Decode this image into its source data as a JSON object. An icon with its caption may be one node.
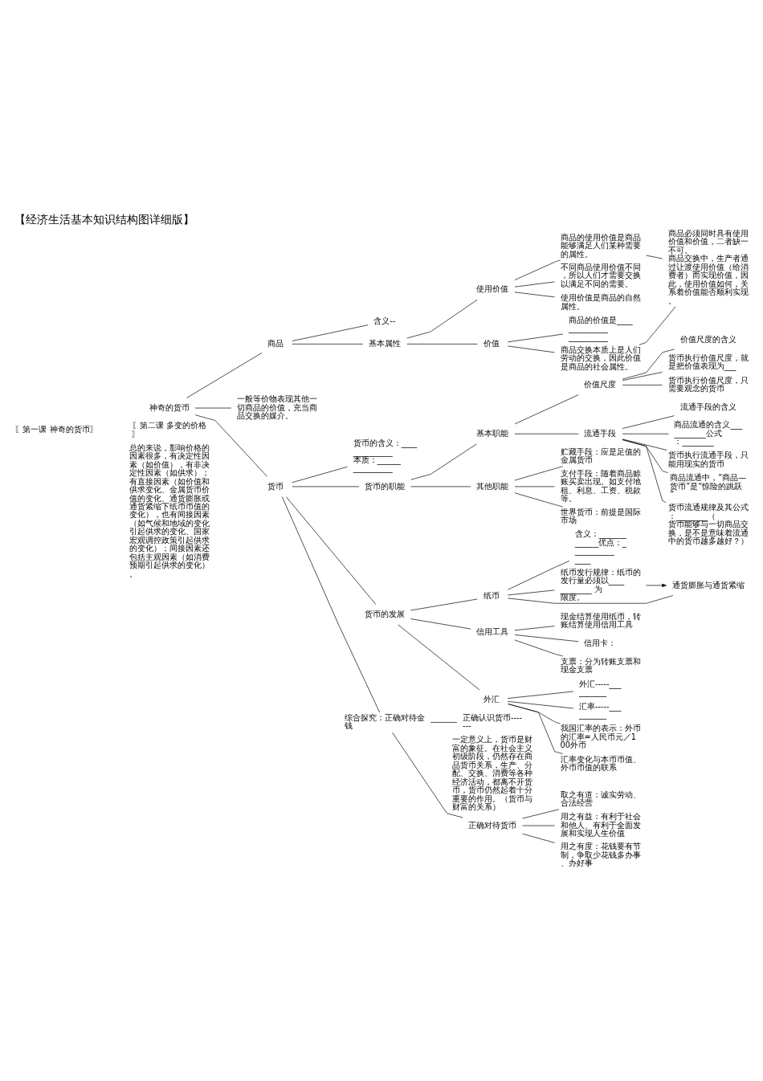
{
  "diagram": {
    "title": "【经济生活基本知识结构图详细版】",
    "nodes": [
      {
        "text": [
          "神奇的货币"
        ]
      },
      {
        "text": [
          "商品"
        ]
      },
      {
        "text": [
          "含义--"
        ]
      },
      {
        "text": [
          "基本属性"
        ]
      },
      {
        "text": [
          "使用价值"
        ]
      },
      {
        "text": [
          "商品的使用价值是商品能够满足人们某种需要的属性。"
        ]
      },
      {
        "text": [
          "不同商品使用价值不同，所以人们才需要交换以满足不同的需要。"
        ]
      },
      {
        "text": [
          "使用价值是商品的自然属性。"
        ]
      },
      {
        "text": [
          "价值"
        ]
      },
      {
        "text": [
          "商品的价值是________________________"
        ]
      },
      {
        "text": [
          "商品交换本质上是人们劳动的交换，因此价值是商品的社会属性。"
        ]
      },
      {
        "text": [
          "商品必须同时具有使用价值和价值，二者缺一不可。",
          "商品交换中，生产者通过让渡使用价值（给消费者）而实现价值，因此，使用价值如何，关系着价值能否顺利实现。"
        ]
      },
      {
        "text": [
          "一般等价物表现其他一切商品的价值，充当商品交换的媒介。"
        ]
      },
      {
        "text": [
          "货币"
        ]
      },
      {
        "text": [
          "货币的含义：______________ 本质：________________"
        ]
      },
      {
        "text": [
          "货币的职能"
        ]
      },
      {
        "text": [
          "基本职能"
        ]
      },
      {
        "text": [
          "价值尺度"
        ]
      },
      {
        "text": [
          "价值尺度的含义"
        ]
      },
      {
        "text": [
          "货币执行价值尺度，就是把价值表现为___"
        ]
      },
      {
        "text": [
          "货币执行价值尺度，只需要观念的货币"
        ]
      },
      {
        "text": [
          "流通手段"
        ]
      },
      {
        "text": [
          "流通手段的含义"
        ]
      },
      {
        "text": [
          "商品流通的含义___________公式：________"
        ]
      },
      {
        "text": [
          "货币执行流通手段，只能用现实的货币"
        ]
      },
      {
        "text": [
          "商品流通中，“商品—货币”是“惊险的跳跃”"
        ]
      },
      {
        "text": [
          "货币流通规律及其公式：________（货币能够与一切商品交换，是不是意味着流通中的货币越多越好？）"
        ]
      },
      {
        "text": [
          "其他职能"
        ]
      },
      {
        "text": [
          "贮藏手段：应是足值的金属货币"
        ]
      },
      {
        "text": [
          "支付手段：随着商品赊账买卖出现。如支付地租、利息、工资、税款等。"
        ]
      },
      {
        "text": [
          "世界货币：前提是国际市场"
        ]
      },
      {
        "text": [
          "货币的发展"
        ]
      },
      {
        "text": [
          "纸币"
        ]
      },
      {
        "text": [
          "含义：_____________优点：_______________"
        ]
      },
      {
        "text": [
          "纸币发行规律：纸币的发行量必须以____________ 为限度。"
        ]
      },
      {
        "text": [
          "通货膨胀与通货紧缩"
        ]
      },
      {
        "text": [
          "信用工具"
        ]
      },
      {
        "text": [
          "现金结算使用纸币，转账结算使用信用工具"
        ]
      },
      {
        "text": [
          "信用卡："
        ]
      },
      {
        "text": [
          "支票：分为转账支票和现金支票"
        ]
      },
      {
        "text": [
          "外汇"
        ]
      },
      {
        "text": [
          "外汇-----__________"
        ]
      },
      {
        "text": [
          "汇率-----__________"
        ]
      },
      {
        "text": [
          "我国汇率的表示：外币的汇率=人民币元／100外币"
        ]
      },
      {
        "text": [
          "汇率变化与本币币值、外币币值的联系"
        ]
      },
      {
        "text": [
          "综合探究：正确对待金钱"
        ]
      },
      {
        "text": [
          "正确认识货币-------"
        ],
        "beside": [
          "一定意义上，货币是财富的象征。在社会主义初级阶段，仍然存在商品货币关系，生产、分配、交换、消费等各种经济活动，都离不开货币，货币仍然起着十分重要的作用。（货币与财富的关系）"
        ]
      },
      {
        "text": [
          "正确对待货币"
        ]
      },
      {
        "text": [
          "取之有道：诚实劳动、合法经营"
        ]
      },
      {
        "text": [
          "用之有益：有利于社会和他人、有利于全面发展和实现人生价值"
        ]
      },
      {
        "text": [
          "用之有度：花钱要有节制，争取少花钱多办事、办好事"
        ]
      }
    ],
    "edges": [
      {
        "from": 0,
        "to": 1,
        "arrow": "none"
      },
      {
        "from": 1,
        "to": 2,
        "arrow": "none"
      },
      {
        "from": 1,
        "to": 3,
        "arrow": "none"
      },
      {
        "from": 3,
        "to": 4,
        "arrow": "none"
      },
      {
        "from": 4,
        "to": 5,
        "arrow": "none"
      },
      {
        "from": 4,
        "to": 6,
        "arrow": "none"
      },
      {
        "from": 4,
        "to": 7,
        "arrow": "none"
      },
      {
        "from": 3,
        "to": 8,
        "arrow": "none"
      },
      {
        "from": 8,
        "to": 9,
        "arrow": "none"
      },
      {
        "from": 8,
        "to": 10,
        "arrow": "none"
      },
      {
        "from": 5,
        "to": 11,
        "arrow": "none"
      },
      {
        "from": 10,
        "to": 11,
        "arrow": "none"
      },
      {
        "from": 0,
        "to": 12,
        "arrow": "none"
      },
      {
        "from": 0,
        "to": 13,
        "arrow": "none"
      },
      {
        "from": 13,
        "to": 14,
        "arrow": "none"
      },
      {
        "from": 13,
        "to": 15,
        "arrow": "none"
      },
      {
        "from": 15,
        "to": 16,
        "arrow": "none"
      },
      {
        "from": 16,
        "to": 17,
        "arrow": "none"
      },
      {
        "from": 17,
        "to": 18,
        "arrow": "none"
      },
      {
        "from": 17,
        "to": 19,
        "arrow": "none"
      },
      {
        "from": 17,
        "to": 20,
        "arrow": "none"
      },
      {
        "from": 16,
        "to": 21,
        "arrow": "none"
      },
      {
        "from": 21,
        "to": 22,
        "arrow": "none"
      },
      {
        "from": 21,
        "to": 23,
        "arrow": "none"
      },
      {
        "from": 21,
        "to": 24,
        "arrow": "none"
      },
      {
        "from": 21,
        "to": 25,
        "arrow": "none"
      },
      {
        "from": 21,
        "to": 26,
        "arrow": "none"
      },
      {
        "from": 15,
        "to": 27,
        "arrow": "none"
      },
      {
        "from": 27,
        "to": 28,
        "arrow": "none"
      },
      {
        "from": 27,
        "to": 29,
        "arrow": "none"
      },
      {
        "from": 27,
        "to": 30,
        "arrow": "none"
      },
      {
        "from": 13,
        "to": 31,
        "arrow": "none"
      },
      {
        "from": 31,
        "to": 32,
        "arrow": "none"
      },
      {
        "from": 32,
        "to": 33,
        "arrow": "none"
      },
      {
        "from": 32,
        "to": 34,
        "arrow": "none"
      },
      {
        "from": 32,
        "to": 35,
        "arrow": "none"
      },
      {
        "from": 34,
        "to": 35,
        "arrow": "to"
      },
      {
        "from": 31,
        "to": 36,
        "arrow": "none"
      },
      {
        "from": 36,
        "to": 37,
        "arrow": "none"
      },
      {
        "from": 36,
        "to": 38,
        "arrow": "none"
      },
      {
        "from": 36,
        "to": 39,
        "arrow": "none"
      },
      {
        "from": 31,
        "to": 40,
        "arrow": "none"
      },
      {
        "from": 40,
        "to": 41,
        "arrow": "none"
      },
      {
        "from": 40,
        "to": 42,
        "arrow": "none"
      },
      {
        "from": 40,
        "to": 43,
        "arrow": "none"
      },
      {
        "from": 40,
        "to": 44,
        "arrow": "none"
      },
      {
        "from": 13,
        "to": 45,
        "arrow": "none"
      },
      {
        "from": 45,
        "to": 46,
        "arrow": "none"
      },
      {
        "from": 45,
        "to": 47,
        "arrow": "none"
      },
      {
        "from": 47,
        "to": 48,
        "arrow": "none"
      },
      {
        "from": 47,
        "to": 49,
        "arrow": "none"
      },
      {
        "from": 47,
        "to": 50,
        "arrow": "none"
      }
    ],
    "labels": [
      "〖第一课 神奇的货币〗",
      "〖第二课 多变的价格〗",
      "总的来说，影响价格的因素很多，有决定性因素（如价值），有非决定性因素（如供求）；有直接因素（如价值和供求变化、金属货币价值的变化、通货膨胀或通货紧缩下纸币币值的变化），也有间接因素（如气候和地域的变化引起供求的变化、国家宏观调控政策引起供求的变化）；间接因素还包括主观因素（如消费预期引起供求的变化）。"
    ]
  }
}
